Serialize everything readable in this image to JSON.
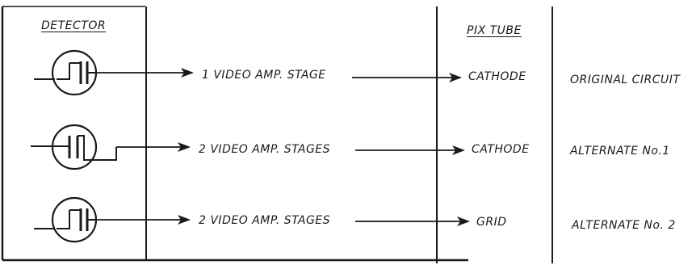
{
  "headers": {
    "detector": "DETECTOR",
    "pix_tube": "PIX TUBE"
  },
  "rows": [
    {
      "stage": "1 VIDEO AMP. STAGE",
      "target": "CATHODE",
      "circuit": "ORIGINAL CIRCUIT"
    },
    {
      "stage": "2 VIDEO AMP. STAGES",
      "target": "CATHODE",
      "circuit": "ALTERNATE No.1"
    },
    {
      "stage": "2 VIDEO AMP. STAGES",
      "target": "GRID",
      "circuit": "ALTERNATE No. 2"
    }
  ],
  "colors": {
    "line": "#1a1a1a",
    "background": "#ffffff"
  }
}
